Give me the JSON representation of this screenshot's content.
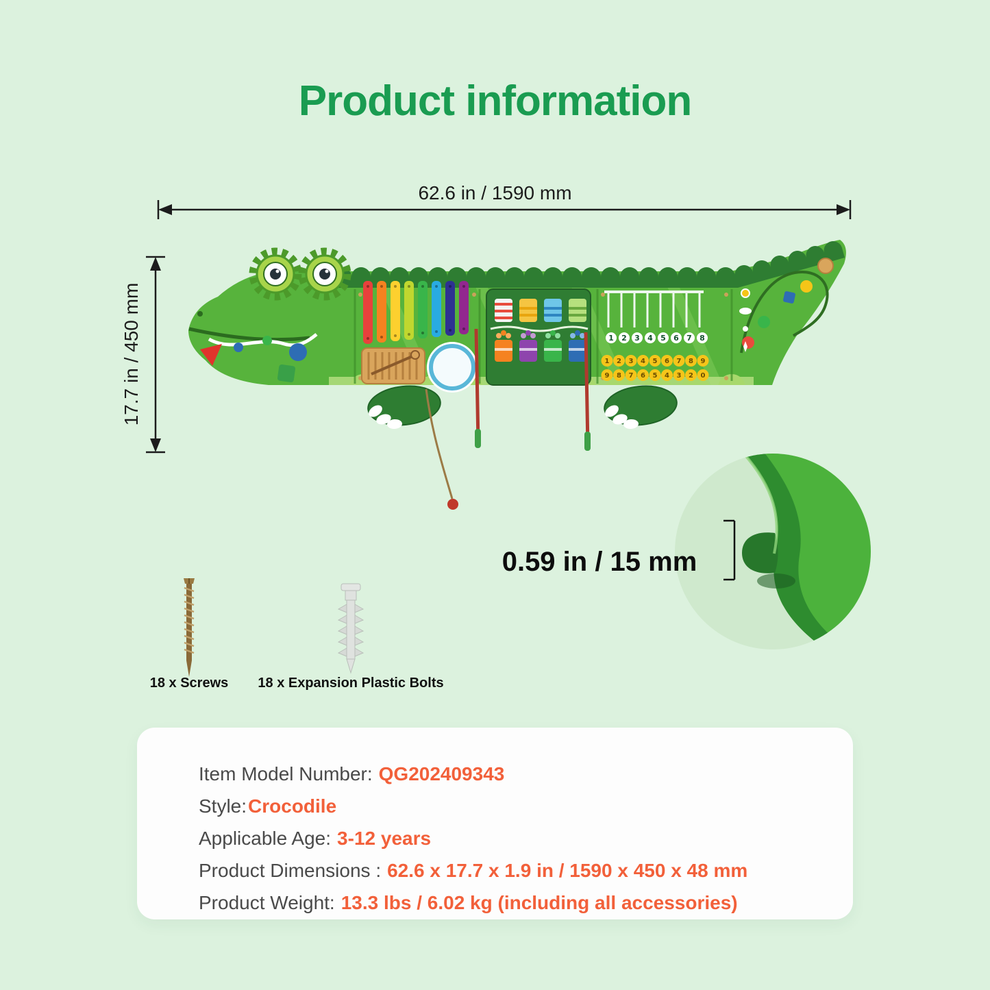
{
  "page": {
    "title": "Product information",
    "background": "#dcf2de",
    "title_color": "#1a9c51"
  },
  "dimensions": {
    "width_label": "62.6 in / 1590 mm",
    "height_label": "17.7 in / 450 mm",
    "thickness_label": "0.59 in / 15 mm"
  },
  "hardware": {
    "screws_label": "18 x Screws",
    "bolts_label": "18 x Expansion Plastic Bolts"
  },
  "specs": {
    "accent_color": "#f2603a",
    "rows": [
      {
        "label": "Item Model Number:",
        "value": "QG202409343"
      },
      {
        "label": "Style:",
        "value": "Crocodile"
      },
      {
        "label": "Applicable Age:",
        "value": "3-12 years"
      },
      {
        "label": "Product Dimensions :",
        "value": "62.6 x 17.7 x 1.9 in / 1590 x 450 x 48 mm"
      },
      {
        "label": "Product Weight:",
        "value": "13.3 lbs / 6.02 kg (including all accessories)"
      }
    ]
  },
  "illustration": {
    "name": "crocodile-activity-wall-panel",
    "body_color": "#57b33c",
    "ridge_color": "#2e7d32",
    "xylophone_colors": [
      "#e8413c",
      "#f58220",
      "#fdd02f",
      "#c0d72f",
      "#39b54a",
      "#29abe2",
      "#2e3192",
      "#92278f"
    ],
    "abacus_digits": "12345678",
    "button_digits_top": "123456789",
    "button_digits_bottom": "987654320"
  }
}
